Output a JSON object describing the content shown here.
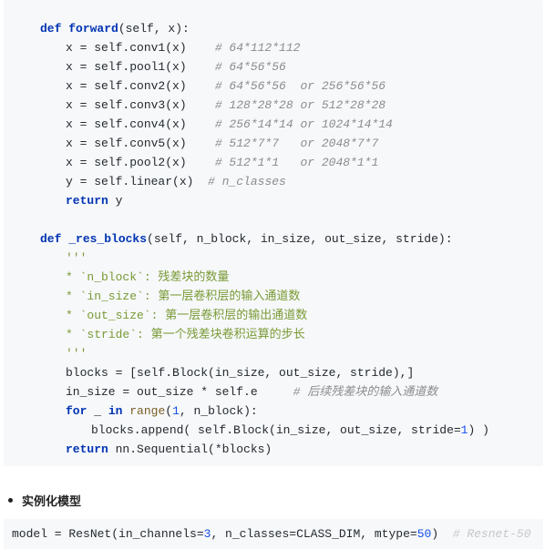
{
  "code_block_1": {
    "lines": [
      {
        "indent": 0,
        "parts": [
          {
            "t": "def ",
            "c": "kw"
          },
          {
            "t": "forward",
            "c": "fn"
          },
          {
            "t": "(self, x):",
            "c": ""
          }
        ]
      },
      {
        "indent": 1,
        "parts": [
          {
            "t": "x = self.conv1(x)    ",
            "c": ""
          },
          {
            "t": "# 64*112*112",
            "c": "cm"
          }
        ]
      },
      {
        "indent": 1,
        "parts": [
          {
            "t": "x = self.pool1(x)    ",
            "c": ""
          },
          {
            "t": "# 64*56*56",
            "c": "cm"
          }
        ]
      },
      {
        "indent": 1,
        "parts": [
          {
            "t": "x = self.conv2(x)    ",
            "c": ""
          },
          {
            "t": "# 64*56*56  or 256*56*56",
            "c": "cm"
          }
        ]
      },
      {
        "indent": 1,
        "parts": [
          {
            "t": "x = self.conv3(x)    ",
            "c": ""
          },
          {
            "t": "# 128*28*28 or 512*28*28",
            "c": "cm"
          }
        ]
      },
      {
        "indent": 1,
        "parts": [
          {
            "t": "x = self.conv4(x)    ",
            "c": ""
          },
          {
            "t": "# 256*14*14 or 1024*14*14",
            "c": "cm"
          }
        ]
      },
      {
        "indent": 1,
        "parts": [
          {
            "t": "x = self.conv5(x)    ",
            "c": ""
          },
          {
            "t": "# 512*7*7   or 2048*7*7",
            "c": "cm"
          }
        ]
      },
      {
        "indent": 1,
        "parts": [
          {
            "t": "x = self.pool2(x)    ",
            "c": ""
          },
          {
            "t": "# 512*1*1   or 2048*1*1",
            "c": "cm"
          }
        ]
      },
      {
        "indent": 1,
        "parts": [
          {
            "t": "y = self.linear(x)  ",
            "c": ""
          },
          {
            "t": "# n_classes",
            "c": "cm"
          }
        ]
      },
      {
        "indent": 1,
        "parts": [
          {
            "t": "return ",
            "c": "kw"
          },
          {
            "t": "y",
            "c": ""
          }
        ]
      },
      {
        "indent": 0,
        "parts": [
          {
            "t": "",
            "c": ""
          }
        ]
      },
      {
        "indent": 0,
        "parts": [
          {
            "t": "def ",
            "c": "kw"
          },
          {
            "t": "_res_blocks",
            "c": "fn"
          },
          {
            "t": "(self, n_block, in_size, out_size, stride):",
            "c": ""
          }
        ]
      },
      {
        "indent": 1,
        "parts": [
          {
            "t": "'''",
            "c": "str"
          }
        ]
      },
      {
        "indent": 1,
        "parts": [
          {
            "t": "* `n_block`: 残差块的数量",
            "c": "str"
          }
        ]
      },
      {
        "indent": 1,
        "parts": [
          {
            "t": "* `in_size`: 第一层卷积层的输入通道数",
            "c": "str"
          }
        ]
      },
      {
        "indent": 1,
        "parts": [
          {
            "t": "* `out_size`: 第一层卷积层的输出通道数",
            "c": "str"
          }
        ]
      },
      {
        "indent": 1,
        "parts": [
          {
            "t": "* `stride`: 第一个残差块卷积运算的步长",
            "c": "str"
          }
        ]
      },
      {
        "indent": 1,
        "parts": [
          {
            "t": "'''",
            "c": "str"
          }
        ]
      },
      {
        "indent": 1,
        "parts": [
          {
            "t": "blocks = [self.Block(in_size, out_size, stride),]",
            "c": ""
          }
        ]
      },
      {
        "indent": 1,
        "parts": [
          {
            "t": "in_size = out_size * self.e     ",
            "c": ""
          },
          {
            "t": "# 后续残差块的输入通道数",
            "c": "cm"
          }
        ]
      },
      {
        "indent": 1,
        "parts": [
          {
            "t": "for ",
            "c": "kw"
          },
          {
            "t": "_ ",
            "c": ""
          },
          {
            "t": "in ",
            "c": "kw"
          },
          {
            "t": "range",
            "c": "bi"
          },
          {
            "t": "(",
            "c": ""
          },
          {
            "t": "1",
            "c": "num"
          },
          {
            "t": ", n_block):",
            "c": ""
          }
        ]
      },
      {
        "indent": 2,
        "parts": [
          {
            "t": "blocks.append( self.Block(in_size, out_size, stride=",
            "c": ""
          },
          {
            "t": "1",
            "c": "num"
          },
          {
            "t": ") )",
            "c": ""
          }
        ]
      },
      {
        "indent": 1,
        "parts": [
          {
            "t": "return ",
            "c": "kw"
          },
          {
            "t": "nn.Sequential(*blocks)",
            "c": ""
          }
        ]
      }
    ]
  },
  "section": {
    "title": "实例化模型"
  },
  "code_block_2": {
    "parts": [
      {
        "t": "model = ResNet(in_channels=",
        "c": ""
      },
      {
        "t": "3",
        "c": "num"
      },
      {
        "t": ", n_classes=CLASS_DIM, mtype=",
        "c": ""
      },
      {
        "t": "50",
        "c": "num"
      },
      {
        "t": ")  ",
        "c": ""
      },
      {
        "t": "# Resnet-50",
        "c": "cm fade"
      }
    ]
  }
}
